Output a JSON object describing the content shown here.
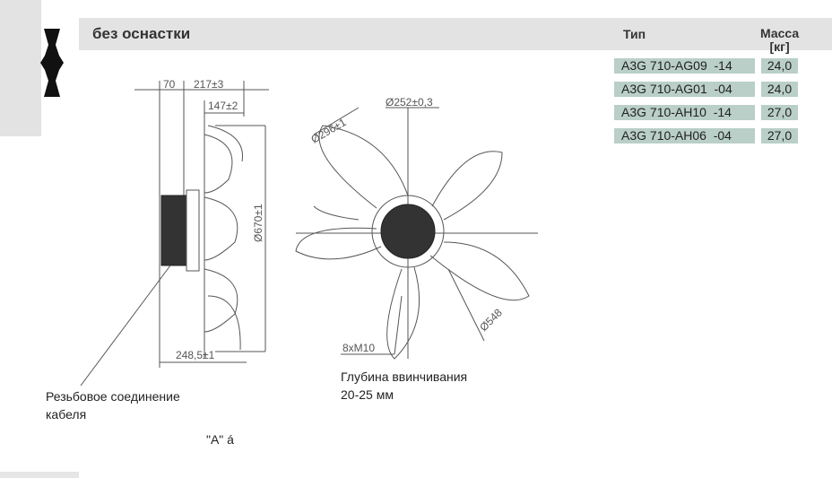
{
  "header": {
    "title": "без оснастки",
    "col_type": "Тип",
    "col_mass": "Масса",
    "col_mass_unit": "[кг]"
  },
  "rows": [
    {
      "type": "A3G 710-AG09  -14",
      "mass": "24,0"
    },
    {
      "type": "A3G 710-AG01  -04",
      "mass": "24,0"
    },
    {
      "type": "A3G 710-AH10  -14",
      "mass": "27,0"
    },
    {
      "type": "A3G 710-AH06  -04",
      "mass": "27,0"
    }
  ],
  "drawing": {
    "dim_70": "70",
    "dim_217": "217±3",
    "dim_147": "147±2",
    "dim_670": "Ø670±1",
    "dim_248": "248,5±1",
    "dim_d252": "Ø252±0,3",
    "dim_d296": "Ø296±1",
    "dim_d548": "Ø548",
    "dim_m10": "8xM10",
    "depth_label_1": "Глубина ввинчивания",
    "depth_label_2": "20-25 мм",
    "cable_label_1": "Резьбовое соединение",
    "cable_label_2": "кабеля",
    "view_label": "\"A\" á"
  },
  "colors": {
    "panel": "#e3e3e3",
    "table_fill": "#b9cfc8",
    "line": "#555555"
  }
}
